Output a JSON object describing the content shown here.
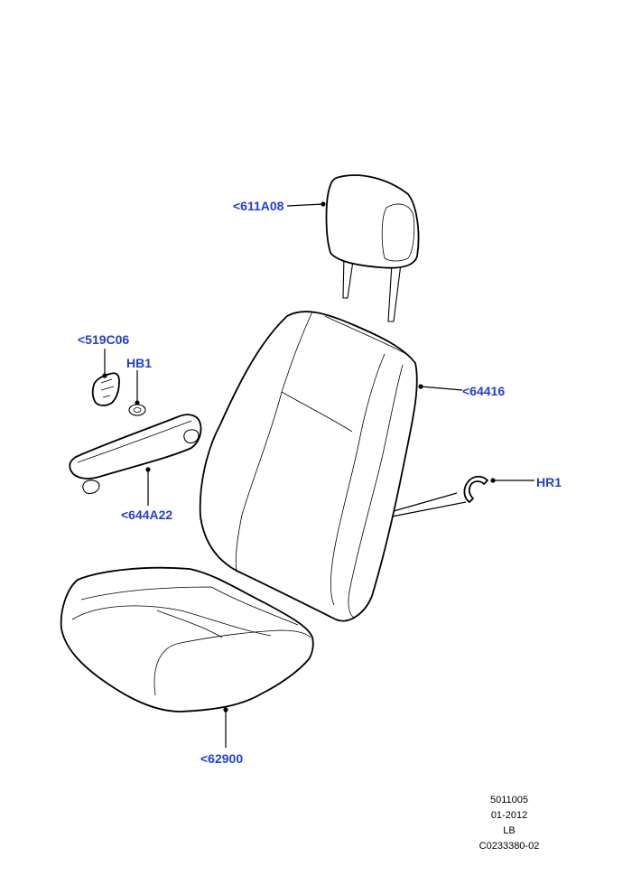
{
  "callouts": {
    "headrest": "<611A08",
    "bracket": "<519C06",
    "bush": "HB1",
    "backrest": "<64416",
    "clip": "HR1",
    "armrest": "<644A22",
    "cushion": "<62900"
  },
  "footer": {
    "code": "5011005",
    "date": "01-2012",
    "variant": "LB",
    "ref": "C0233380-02"
  },
  "colors": {
    "label": "#1f3fd6",
    "line": "#000000"
  }
}
